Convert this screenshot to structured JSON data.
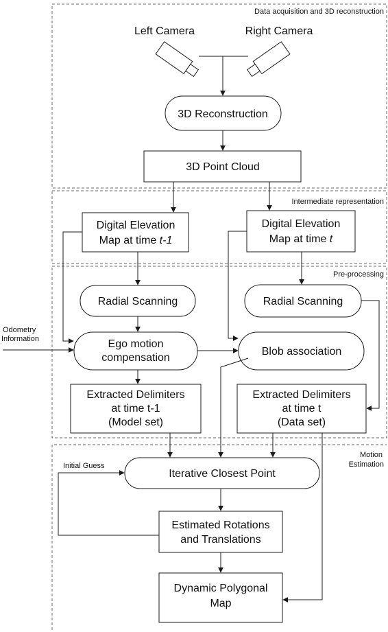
{
  "regions": {
    "acquisition": "Data acquisition and 3D reconstruction",
    "intermediate": "Intermediate representation",
    "preprocessing": "Pre-processing",
    "motion_line1": "Motion",
    "motion_line2": "Estimation"
  },
  "cameras": {
    "left": "Left Camera",
    "right": "Right Camera"
  },
  "nodes": {
    "reconstruction": "3D Reconstruction",
    "point_cloud": "3D Point Cloud",
    "dem_prev_line1": "Digital Elevation",
    "dem_prev_line2": "Map at time ",
    "dem_prev_time": "t-1",
    "dem_curr_line1": "Digital Elevation",
    "dem_curr_line2": "Map at time ",
    "dem_curr_time": "t",
    "radial_left": "Radial Scanning",
    "radial_right": "Radial Scanning",
    "ego_line1": "Ego motion",
    "ego_line2": "compensation",
    "blob": "Blob association",
    "delim_prev_line1": "Extracted Delimiters",
    "delim_prev_line2": "at time t-1",
    "delim_prev_line3": "(Model set)",
    "delim_curr_line1": "Extracted Delimiters",
    "delim_curr_line2": "at time t",
    "delim_curr_line3": "(Data set)",
    "icp": "Iterative Closest Point",
    "est_line1": "Estimated Rotations",
    "est_line2": "and Translations",
    "map_line1": "Dynamic Polygonal",
    "map_line2": "Map"
  },
  "inputs": {
    "odometry_line1": "Odometry",
    "odometry_line2": "Information",
    "initial_guess": "Initial Guess"
  }
}
